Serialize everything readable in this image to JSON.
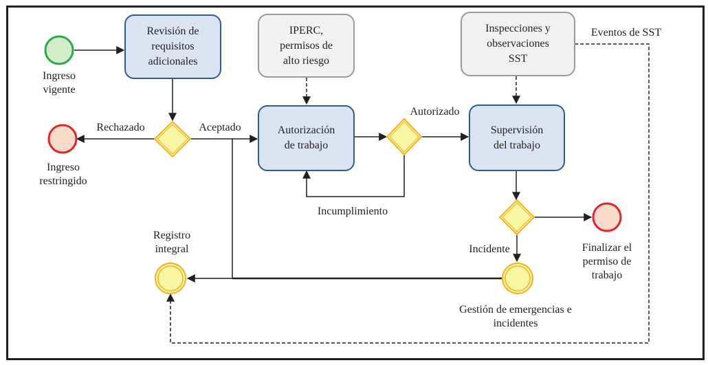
{
  "diagram": {
    "type": "BPMN process flow",
    "events": {
      "start": {
        "label": "Ingreso\nvigente",
        "color": "#2eaa4a",
        "fill": "#d3ecc9"
      },
      "end_rejected": {
        "label": "Ingreso\nrestringido",
        "color": "#e0262a",
        "fill": "#f8dccb"
      },
      "end_finish": {
        "label": "Finalizar el\npermiso de\ntrabajo",
        "color": "#e0262a",
        "fill": "#f8dccb"
      },
      "intermediate_registro": {
        "label": "Registro\nintegral",
        "color": "#f5b324",
        "fill": "#f8f5a3"
      },
      "intermediate_emergencias": {
        "label": "Gestión de emergencias e\nincidentes",
        "color": "#f5b324",
        "fill": "#f8f5a3"
      }
    },
    "tasks": {
      "revision": "Revisión de\nrequisitos\nadicionales",
      "autorizacion": "Autorización\nde trabajo",
      "supervision": "Supervisión\ndel trabajo"
    },
    "data_inputs": {
      "iperc": "IPERC,\npermisos de\nalto riesgo",
      "inspecciones": "Inspecciones y\nobservaciones\nSST"
    },
    "flow_labels": {
      "rechazado": "Rechazado",
      "aceptado": "Aceptado",
      "autorizado": "Autorizado",
      "incumplimiento": "Incumplimiento",
      "incidente": "Incidente",
      "eventos_sst": "Eventos de SST"
    },
    "colors": {
      "task_fill": "#dbe4f1",
      "task_border": "#2e5b97",
      "data_fill": "#f2f2f2",
      "data_border": "#9a9a9a",
      "gateway_fill": "#f8f5a3",
      "gateway_border": "#f5b324",
      "line": "#231f20"
    }
  }
}
